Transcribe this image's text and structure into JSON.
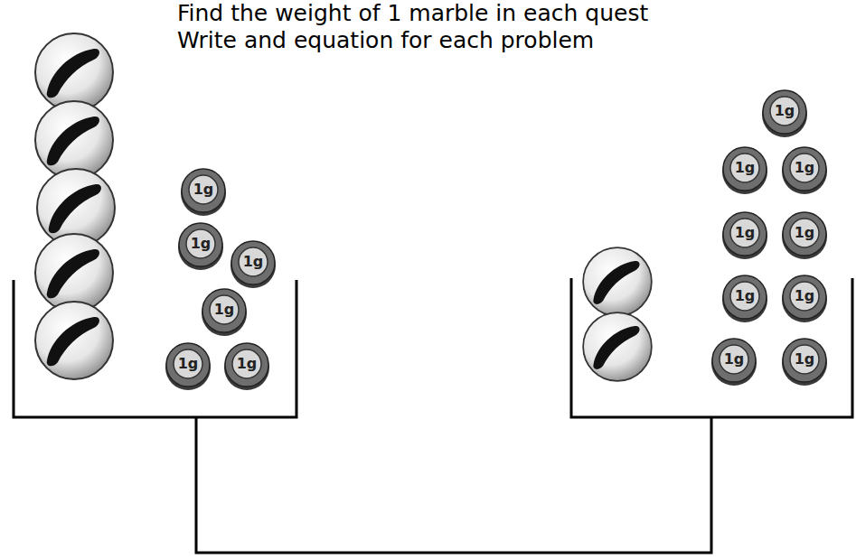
{
  "diagram": {
    "nodes": [
      {
        "text": [
          "1g"
        ]
      },
      {
        "text": [
          "1g"
        ]
      },
      {
        "text": [
          "1g"
        ]
      },
      {
        "text": [
          "1g"
        ]
      },
      {
        "text": [
          "1g"
        ]
      },
      {
        "text": [
          "1g"
        ]
      },
      {
        "text": [
          "1g"
        ]
      },
      {
        "text": [
          "1g"
        ]
      },
      {
        "text": [
          "1g"
        ]
      },
      {
        "text": [
          "1g"
        ]
      },
      {
        "text": [
          "1g"
        ]
      },
      {
        "text": [
          "1g"
        ]
      },
      {
        "text": [
          "1g"
        ]
      },
      {
        "text": [
          "1g"
        ]
      },
      {
        "text": [
          "1g"
        ]
      }
    ],
    "labels": [
      "Find the weight of 1 marble in each quest",
      "Write and equation for each problem"
    ]
  }
}
